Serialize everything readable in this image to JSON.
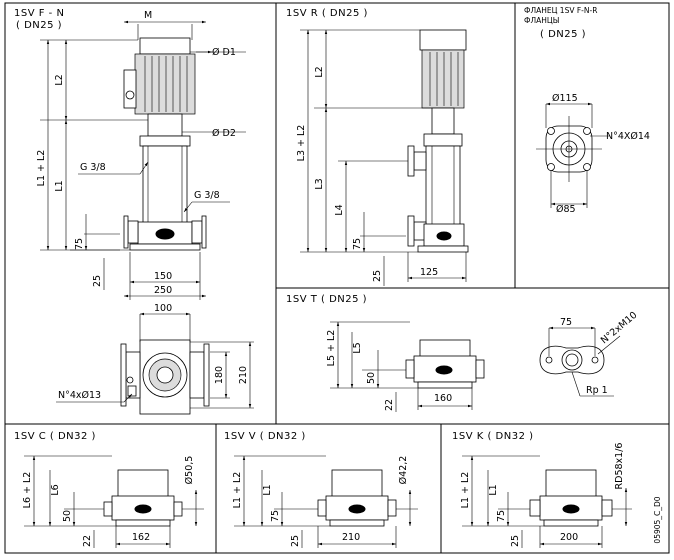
{
  "sections": {
    "f_n": {
      "title": "1SV F - N",
      "subtitle": "( DN25 )"
    },
    "r": {
      "title": "1SV R ( DN25 )"
    },
    "flange": {
      "title_line1": "ФЛАНЕЦ 1SV F-N-R",
      "title_line2": "ФЛАНЦЫ",
      "subtitle": "( DN25 )"
    },
    "t": {
      "title": "1SV T ( DN25 )"
    },
    "c": {
      "title": "1SV C ( DN32 )"
    },
    "v": {
      "title": "1SV V ( DN32 )"
    },
    "k": {
      "title": "1SV K ( DN32 )"
    }
  },
  "dims": {
    "M": "M",
    "D1": "Ø D1",
    "D2": "Ø D2",
    "L2": "L2",
    "L1L2": "L1 + L2",
    "L1": "L1",
    "G38_left": "G 3/8",
    "G38_right": "G 3/8",
    "fn_75": "75",
    "fn_25": "25",
    "fn_150": "150",
    "fn_250": "250",
    "r_L2": "L2",
    "r_L3L2": "L3 + L2",
    "r_L3": "L3",
    "r_L4": "L4",
    "r_75": "75",
    "r_25": "25",
    "r_125": "125",
    "fl_115": "Ø115",
    "fl_holes": "N°4XØ14",
    "fl_85": "Ø85",
    "top_100": "100",
    "top_180": "180",
    "top_210": "210",
    "top_holes": "N°4xØ13",
    "t_L5L2": "L5 + L2",
    "t_L5": "L5",
    "t_50": "50",
    "t_22": "22",
    "t_160": "160",
    "t_75": "75",
    "t_holes": "N°2xM10",
    "t_rp": "Rp 1",
    "c_L6L2": "L6 + L2",
    "c_L6": "L6",
    "c_50": "50",
    "c_22": "22",
    "c_162": "162",
    "c_d505": "Ø50,5",
    "v_L1L2": "L1 + L2",
    "v_L1": "L1",
    "v_75": "75",
    "v_25": "25",
    "v_210": "210",
    "v_d422": "Ø42,2",
    "k_L1L2": "L1 + L2",
    "k_L1": "L1",
    "k_75": "75",
    "k_25": "25",
    "k_200": "200",
    "k_rd": "RD58x1/6",
    "drawing_code": "05905_C_D0"
  }
}
